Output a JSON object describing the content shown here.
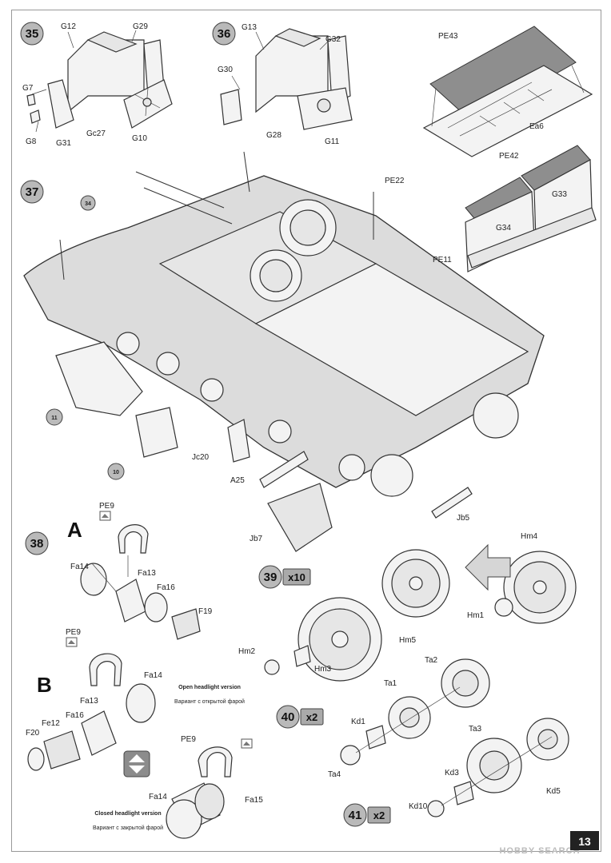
{
  "steps": {
    "s35": {
      "num": "35",
      "labels": [
        "G12",
        "G29",
        "G7",
        "G8",
        "G31",
        "Gc27",
        "G10"
      ]
    },
    "s36": {
      "num": "36",
      "labels": [
        "G13",
        "G32",
        "G30",
        "G28",
        "G11"
      ]
    },
    "s37": {
      "num": "37",
      "labels": [
        "PE43",
        "Ea6",
        "PE42",
        "G33",
        "PE22",
        "G34",
        "PE11",
        "34",
        "11",
        "10",
        "Jc20",
        "A25",
        "Jb7",
        "Jb5"
      ]
    },
    "s38": {
      "num": "38"
    },
    "s39": {
      "num": "39",
      "mult": "x10",
      "labels": [
        "Hm4",
        "Hm1",
        "Hm5",
        "Hm2",
        "Hm3"
      ]
    },
    "s40": {
      "num": "40",
      "mult": "x2",
      "labels": [
        "Ta2",
        "Ta1",
        "Kd1",
        "Ta4"
      ]
    },
    "s41": {
      "num": "41",
      "mult": "x2",
      "labels": [
        "Ta3",
        "Kd3",
        "Kd10",
        "Kd5"
      ]
    }
  },
  "variants": {
    "A": {
      "letter": "A",
      "labels": [
        "PE9",
        "Fa14",
        "Fa13",
        "Fa16",
        "F19"
      ]
    },
    "B": {
      "letter": "B",
      "labels": [
        "PE9",
        "Fa14",
        "Fa13",
        "Fe12",
        "Fa16",
        "F20",
        "PE9",
        "Fa14",
        "Fa15"
      ]
    }
  },
  "notes": {
    "open_en": "Open headlight version",
    "open_ru": "Вариант с открытой фарой",
    "closed_en": "Closed headlight version",
    "closed_ru": "Вариант с закрытой фарой"
  },
  "footer": {
    "page_number": "13",
    "watermark": "HOBBY SEARCH"
  },
  "icons": [
    "photo-etch-icon",
    "swap-arrows-icon",
    "direction-arrow-icon"
  ]
}
